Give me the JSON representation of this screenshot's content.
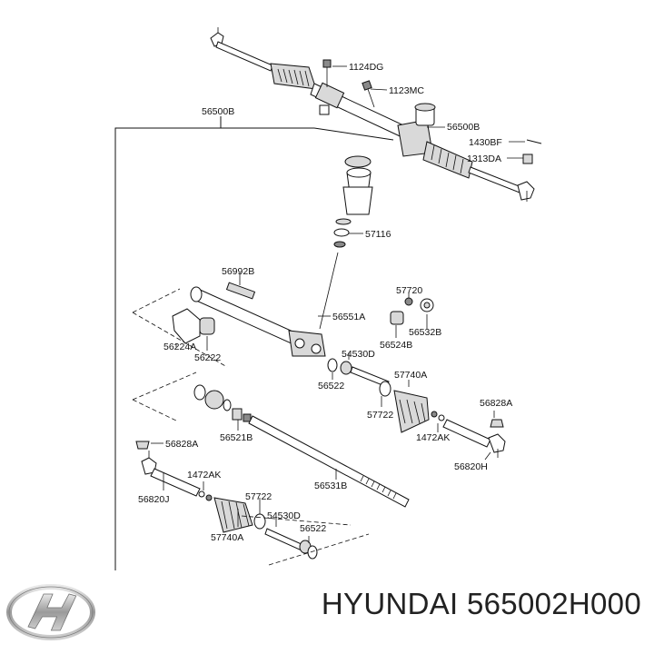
{
  "diagram": {
    "labels": {
      "l1124DG": "1124DG",
      "l1123MC": "1123MC",
      "l56500B_top": "56500B",
      "l56500B_side": "56500B",
      "l1430BF": "1430BF",
      "l1313DA": "1313DA",
      "l57116": "57116",
      "l56992B": "56992B",
      "l57720": "57720",
      "l56551A": "56551A",
      "l56532B": "56532B",
      "l56224A": "56224A",
      "l56524B": "56524B",
      "l56222": "56222",
      "l54530D_r": "54530D",
      "l56522_r": "56522",
      "l57740A_r": "57740A",
      "l56828A_r": "56828A",
      "l57722_r": "57722",
      "l56521B": "56521B",
      "l1472AK_r": "1472AK",
      "l56828A_l": "56828A",
      "l56820H": "56820H",
      "l1472AK_l": "1472AK",
      "l56531B": "56531B",
      "l56820J": "56820J",
      "l57722_l": "57722",
      "l54530D_l": "54530D",
      "l56522_l": "56522",
      "l57740A_l": "57740A"
    }
  },
  "footer": {
    "brand": "HYUNDAI",
    "part_number": "565002H000",
    "logo_icon": "hyundai-logo-icon"
  }
}
